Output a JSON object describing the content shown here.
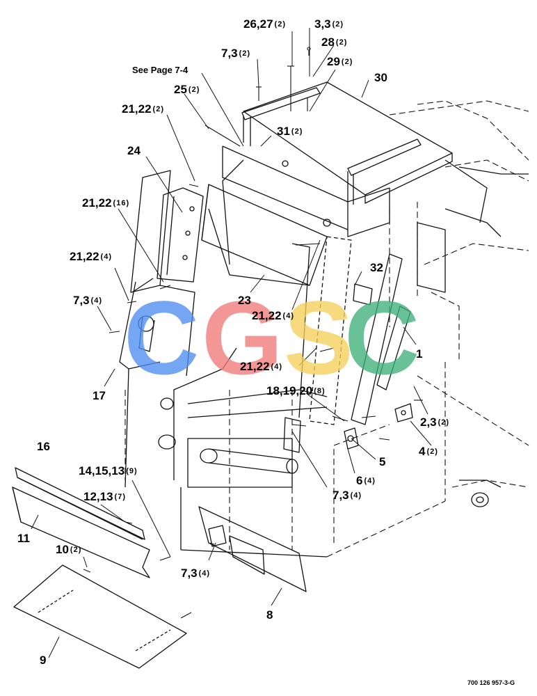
{
  "note": "See Page 7-4",
  "part_number": "700 126 957-3-G",
  "watermark": {
    "letters": [
      "C",
      "G",
      "S",
      "C"
    ],
    "colors": [
      "#4f8ef0",
      "#ef7b78",
      "#f5cf5a",
      "#3fb27a"
    ]
  },
  "callouts": [
    {
      "label": "26,27",
      "qty": "(2)"
    },
    {
      "label": "3,3",
      "qty": "(2)"
    },
    {
      "label": "28",
      "qty": "(2)"
    },
    {
      "label": "7,3",
      "qty": "(2)"
    },
    {
      "label": "29",
      "qty": "(2)"
    },
    {
      "label": "30",
      "qty": ""
    },
    {
      "label": "25",
      "qty": "(2)"
    },
    {
      "label": "21,22",
      "qty": "(2)"
    },
    {
      "label": "31",
      "qty": "(2)"
    },
    {
      "label": "24",
      "qty": ""
    },
    {
      "label": "21,22",
      "qty": "(16)"
    },
    {
      "label": "21,22",
      "qty": "(4)"
    },
    {
      "label": "32",
      "qty": ""
    },
    {
      "label": "7,3",
      "qty": "(4)"
    },
    {
      "label": "23",
      "qty": ""
    },
    {
      "label": "21,22",
      "qty": "(4)"
    },
    {
      "label": "1",
      "qty": ""
    },
    {
      "label": "21,22",
      "qty": "(4)"
    },
    {
      "label": "17",
      "qty": ""
    },
    {
      "label": "18,19,20",
      "qty": "(8)"
    },
    {
      "label": "2,3",
      "qty": "(2)"
    },
    {
      "label": "4",
      "qty": "(2)"
    },
    {
      "label": "16",
      "qty": ""
    },
    {
      "label": "5",
      "qty": ""
    },
    {
      "label": "14,15,13",
      "qty": "(9)"
    },
    {
      "label": "6",
      "qty": "(4)"
    },
    {
      "label": "12,13",
      "qty": "(7)"
    },
    {
      "label": "7,3",
      "qty": "(4)"
    },
    {
      "label": "11",
      "qty": ""
    },
    {
      "label": "10",
      "qty": "(2)"
    },
    {
      "label": "7,3",
      "qty": "(4)"
    },
    {
      "label": "8",
      "qty": ""
    },
    {
      "label": "9",
      "qty": ""
    }
  ]
}
